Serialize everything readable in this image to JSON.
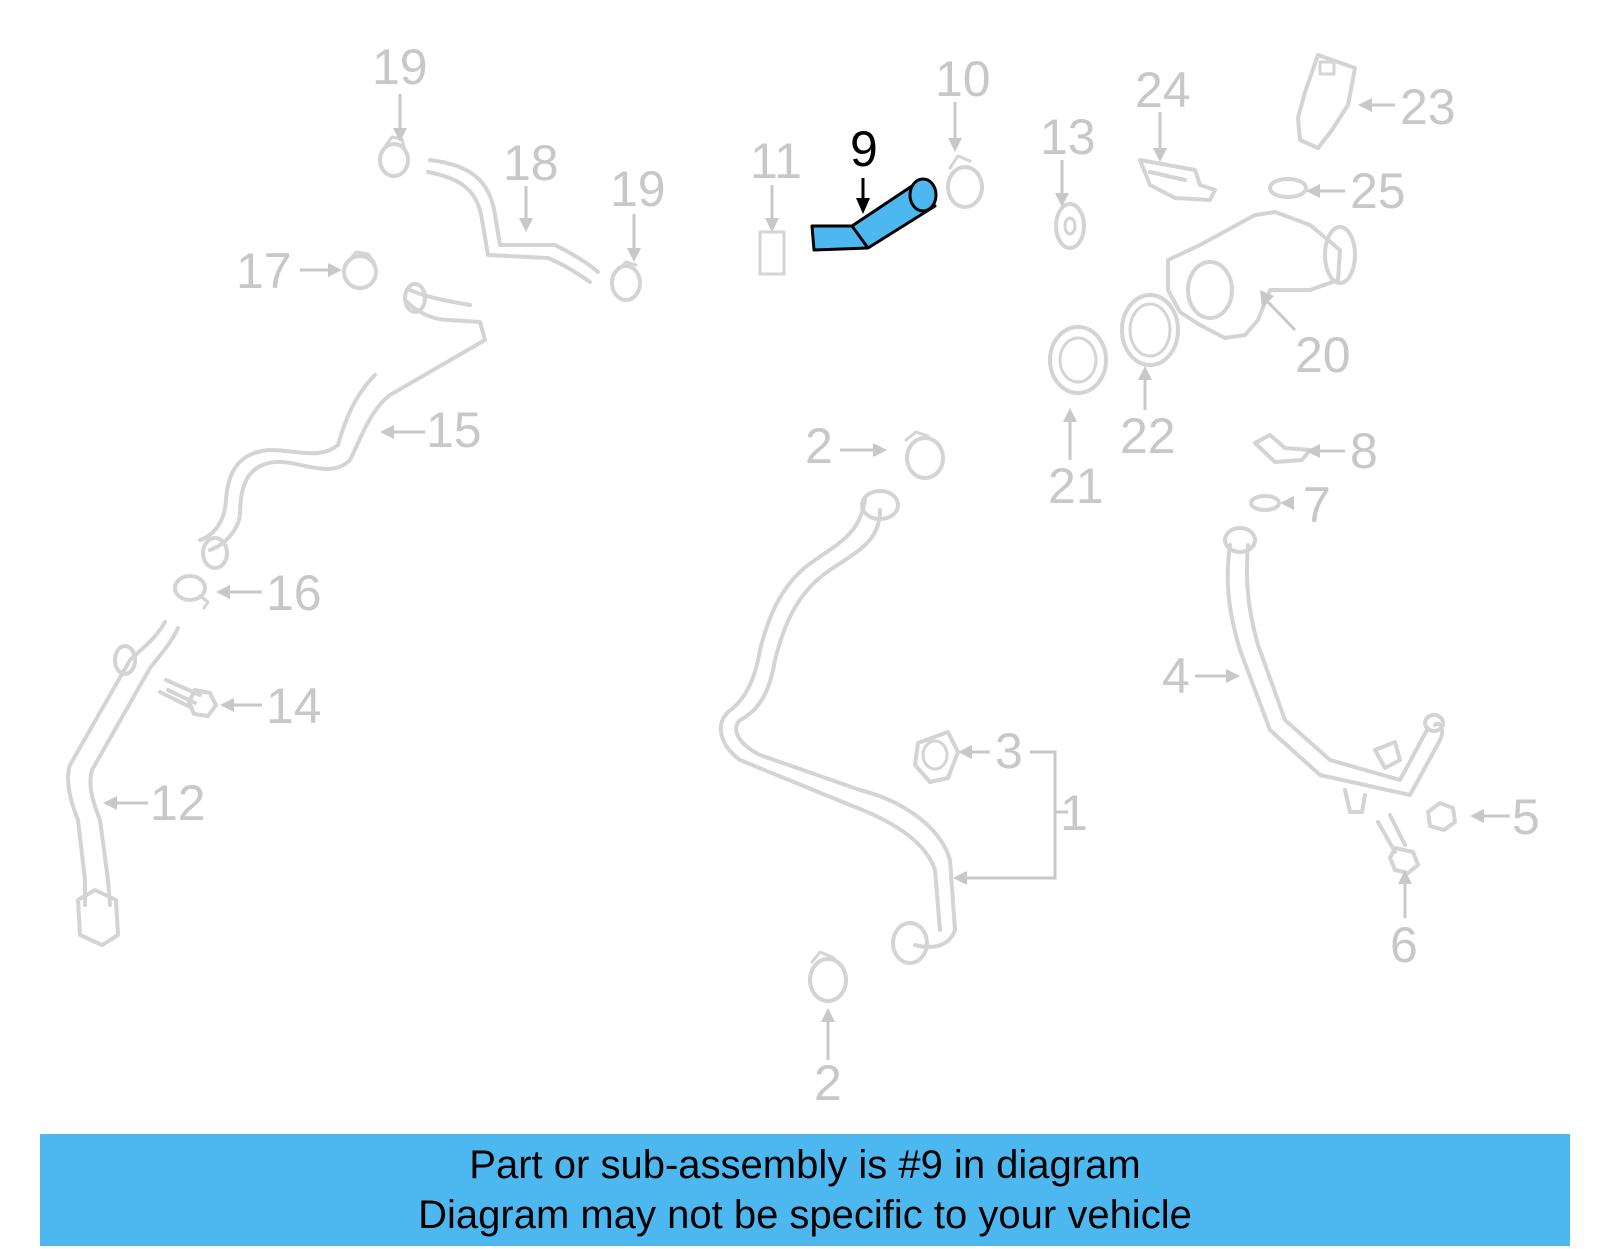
{
  "diagram": {
    "highlighted_part": "9",
    "highlight_color": "#4db8f0",
    "callouts": [
      "19",
      "18",
      "19",
      "17",
      "15",
      "16",
      "14",
      "12",
      "11",
      "9",
      "10",
      "13",
      "24",
      "23",
      "25",
      "20",
      "22",
      "21",
      "8",
      "7",
      "2",
      "3",
      "1",
      "4",
      "5",
      "6",
      "2"
    ]
  },
  "banner": {
    "line1": "Part or sub-assembly is #9 in diagram",
    "line2": "Diagram may not be specific to your vehicle"
  }
}
